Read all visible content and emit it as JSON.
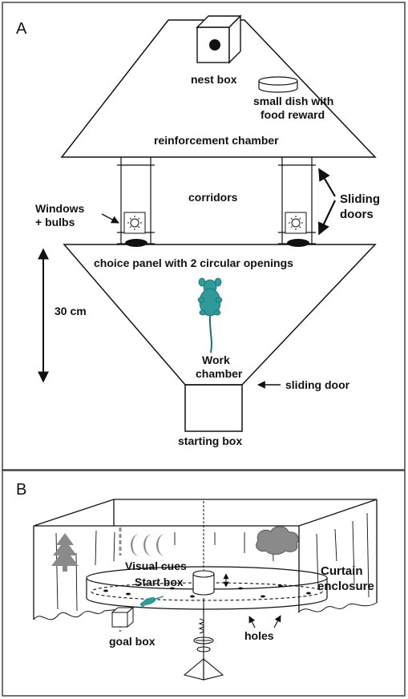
{
  "panel_a": {
    "letter": "A",
    "nest_box": "nest box",
    "food_dish_line1": "small dish with",
    "food_dish_line2": "food reward",
    "reinforcement_chamber": "reinforcement chamber",
    "corridors": "corridors",
    "windows_line1": "Windows",
    "windows_line2": "+ bulbs",
    "sliding_doors_line1": "Sliding",
    "sliding_doors_line2": "doors",
    "choice_panel": "choice panel with 2 circular openings",
    "distance": "30 cm",
    "work_chamber_line1": "Work",
    "work_chamber_line2": "chamber",
    "sliding_door": "sliding door",
    "starting_box": "starting box"
  },
  "panel_b": {
    "letter": "B",
    "visual_cues": "Visual cues",
    "start_box": "Start box",
    "curtain_line1": "Curtain",
    "curtain_line2": "enclosure",
    "goal_box": "goal box",
    "holes": "holes"
  },
  "colors": {
    "mouse": "#2f9a9a",
    "cue_grey": "#8a8a8a",
    "line": "#111111"
  }
}
